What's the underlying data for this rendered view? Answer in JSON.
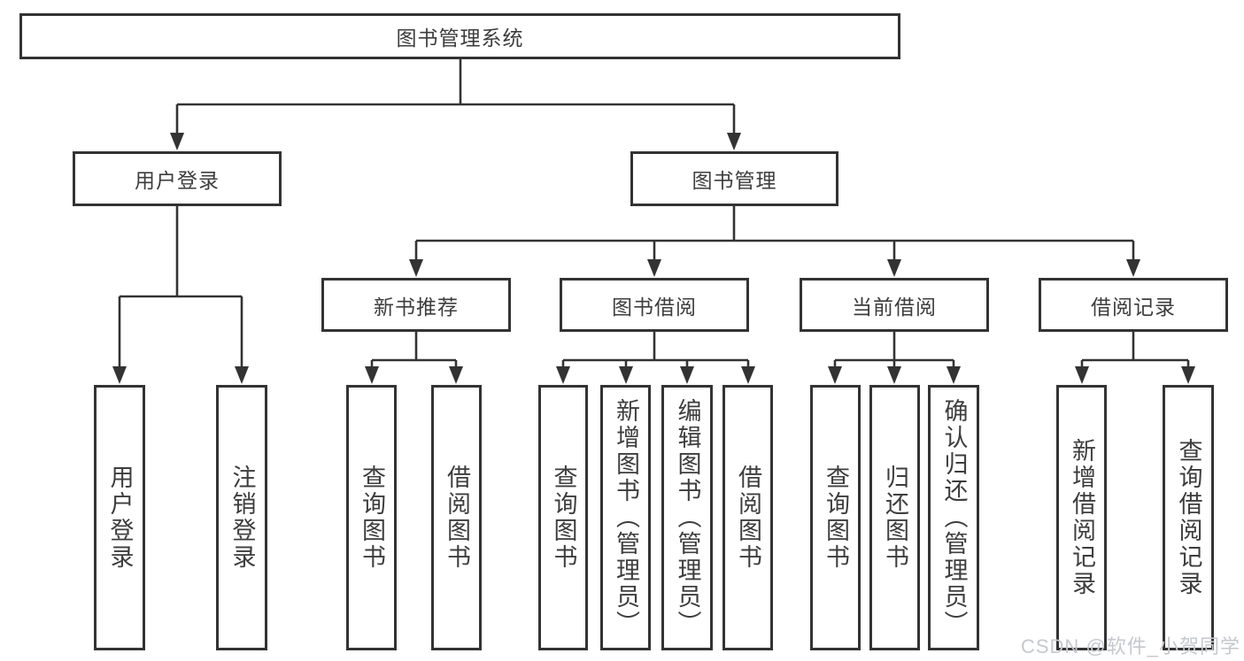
{
  "diagram_title": "图书管理系统",
  "root": {
    "label": "图书管理系统"
  },
  "modules": [
    {
      "label": "用户登录",
      "children": [
        {
          "label": "用户登录"
        },
        {
          "label": "注销登录"
        }
      ]
    },
    {
      "label": "图书管理",
      "submodules": [
        {
          "label": "新书推荐",
          "children": [
            {
              "label": "查询图书"
            },
            {
              "label": "借阅图书"
            }
          ]
        },
        {
          "label": "图书借阅",
          "children": [
            {
              "label": "查询图书"
            },
            {
              "label": "新增图书（管理员）"
            },
            {
              "label": "编辑图书（管理员）"
            },
            {
              "label": "借阅图书"
            }
          ]
        },
        {
          "label": "当前借阅",
          "children": [
            {
              "label": "查询图书"
            },
            {
              "label": "归还图书"
            },
            {
              "label": "确认归还（管理员）"
            }
          ]
        },
        {
          "label": "借阅记录",
          "children": [
            {
              "label": "新增借阅记录"
            },
            {
              "label": "查询借阅记录"
            }
          ]
        }
      ]
    }
  ],
  "watermark": {
    "text": "CSDN @软件_小贺同学"
  },
  "colors": {
    "line": "#333333",
    "text": "#3d3d3d",
    "watermark": "#c5c8cd",
    "background": "#ffffff"
  }
}
